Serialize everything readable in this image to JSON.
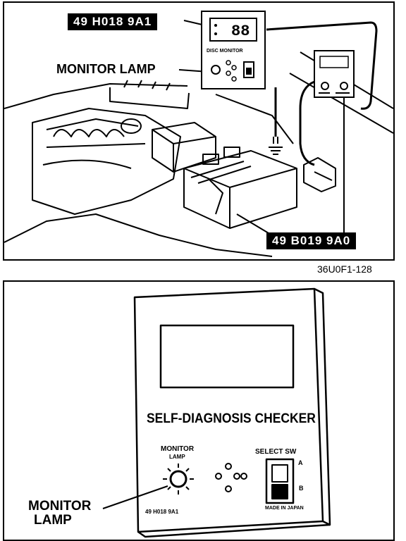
{
  "top_figure": {
    "tool_label_1": "49 H018 9A1",
    "tool_label_2": "49 B019 9A0",
    "monitor_lamp_label": "MONITOR LAMP",
    "small_device_text": "DISC MONITOR",
    "display_digits": "88"
  },
  "figure_code": "36U0F1-128",
  "bottom_figure": {
    "checker_title": "SELF-DIAGNOSIS CHECKER",
    "monitor_label": "MONITOR",
    "lamp_label": "LAMP",
    "select_label": "SELECT SW",
    "switch_a": "A",
    "switch_b": "B",
    "part_number": "49 H018 9A1",
    "made_in": "MADE IN JAPAN",
    "callout_line1": "MONITOR",
    "callout_line2": "LAMP"
  }
}
